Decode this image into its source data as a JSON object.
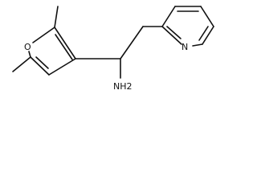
{
  "molecule": {
    "atoms": {
      "o": "O",
      "n": "N",
      "amine": "NH2"
    },
    "colors": {
      "bond": "#111111",
      "background": "#ffffff"
    }
  }
}
